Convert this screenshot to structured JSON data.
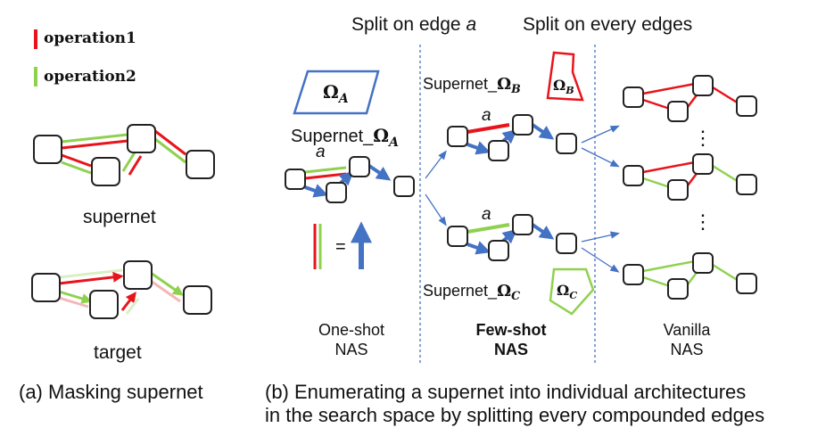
{
  "legend": [
    {
      "label": "operation1",
      "color": "#e8141b"
    },
    {
      "label": "operation2",
      "color": "#8fd14f"
    }
  ],
  "colors": {
    "blue": "#4472c4",
    "red": "#e8141b",
    "green": "#8fd14f",
    "red_faded": "#f4b6b6",
    "green_faded": "#d9efc4"
  },
  "panel_a": {
    "supernet_label": "supernet",
    "target_label": "target",
    "caption": "(a) Masking supernet"
  },
  "panel_b": {
    "header_split_a_prefix": "Split on edge ",
    "header_split_a_var": "a",
    "header_split_all": "Split on every edges",
    "edge_var": "a",
    "supernet_prefix": "Supernet_",
    "omega": "Ω",
    "sub_a": "A",
    "sub_b": "B",
    "sub_c": "C",
    "equals": "=",
    "one_shot_line1": "One-shot",
    "one_shot_line2": "NAS",
    "few_shot_line1": "Few-shot",
    "few_shot_line2": "NAS",
    "vanilla_line1": "Vanilla",
    "vanilla_line2": "NAS",
    "dots": "⋮",
    "caption_line1": "(b) Enumerating a supernet into individual architectures",
    "caption_line2": "in the search space by splitting every compounded edges"
  }
}
